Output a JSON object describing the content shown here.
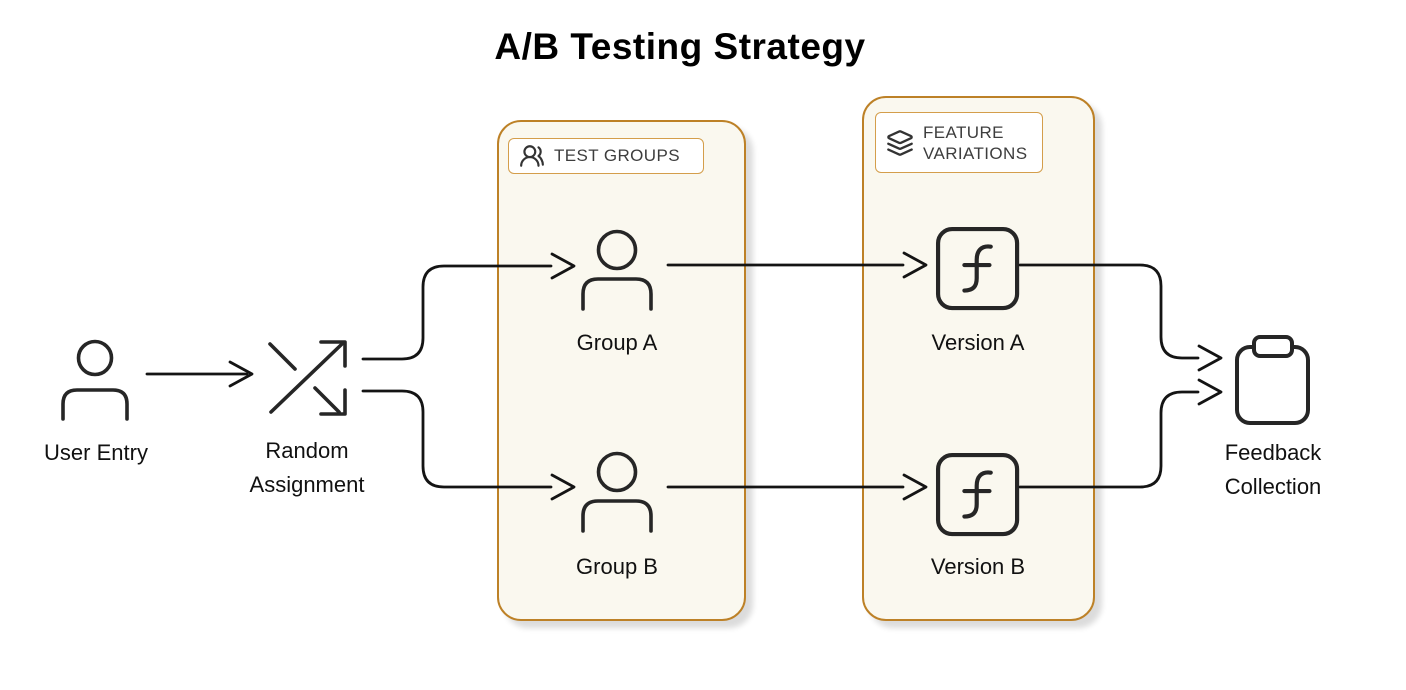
{
  "title": "A/B Testing Strategy",
  "nodes": {
    "user_entry": {
      "label": "User Entry"
    },
    "random_assignment": {
      "label_line1": "Random",
      "label_line2": "Assignment"
    },
    "group_a": {
      "label": "Group A"
    },
    "group_b": {
      "label": "Group B"
    },
    "version_a": {
      "label": "Version A"
    },
    "version_b": {
      "label": "Version B"
    },
    "feedback_collection": {
      "label_line1": "Feedback",
      "label_line2": "Collection"
    }
  },
  "containers": {
    "test_groups": {
      "label": "TEST GROUPS"
    },
    "feature_variations": {
      "label_line1": "FEATURE",
      "label_line2": "VARIATIONS"
    }
  },
  "edges": [
    {
      "from": "user_entry",
      "to": "random_assignment"
    },
    {
      "from": "random_assignment",
      "to": "group_a"
    },
    {
      "from": "random_assignment",
      "to": "group_b"
    },
    {
      "from": "group_a",
      "to": "version_a"
    },
    {
      "from": "group_b",
      "to": "version_b"
    },
    {
      "from": "version_a",
      "to": "feedback_collection"
    },
    {
      "from": "version_b",
      "to": "feedback_collection"
    }
  ],
  "colors": {
    "background": "#FFFFFF",
    "container_background": "#FAF8EF",
    "container_border": "#BD8127",
    "label_box_border": "#D49E4B",
    "label_box_background": "#FFFFFF",
    "connector": "#141414",
    "icon_stroke": "#262626",
    "text": "#111111",
    "container_label_text": "#3D3D3D"
  }
}
